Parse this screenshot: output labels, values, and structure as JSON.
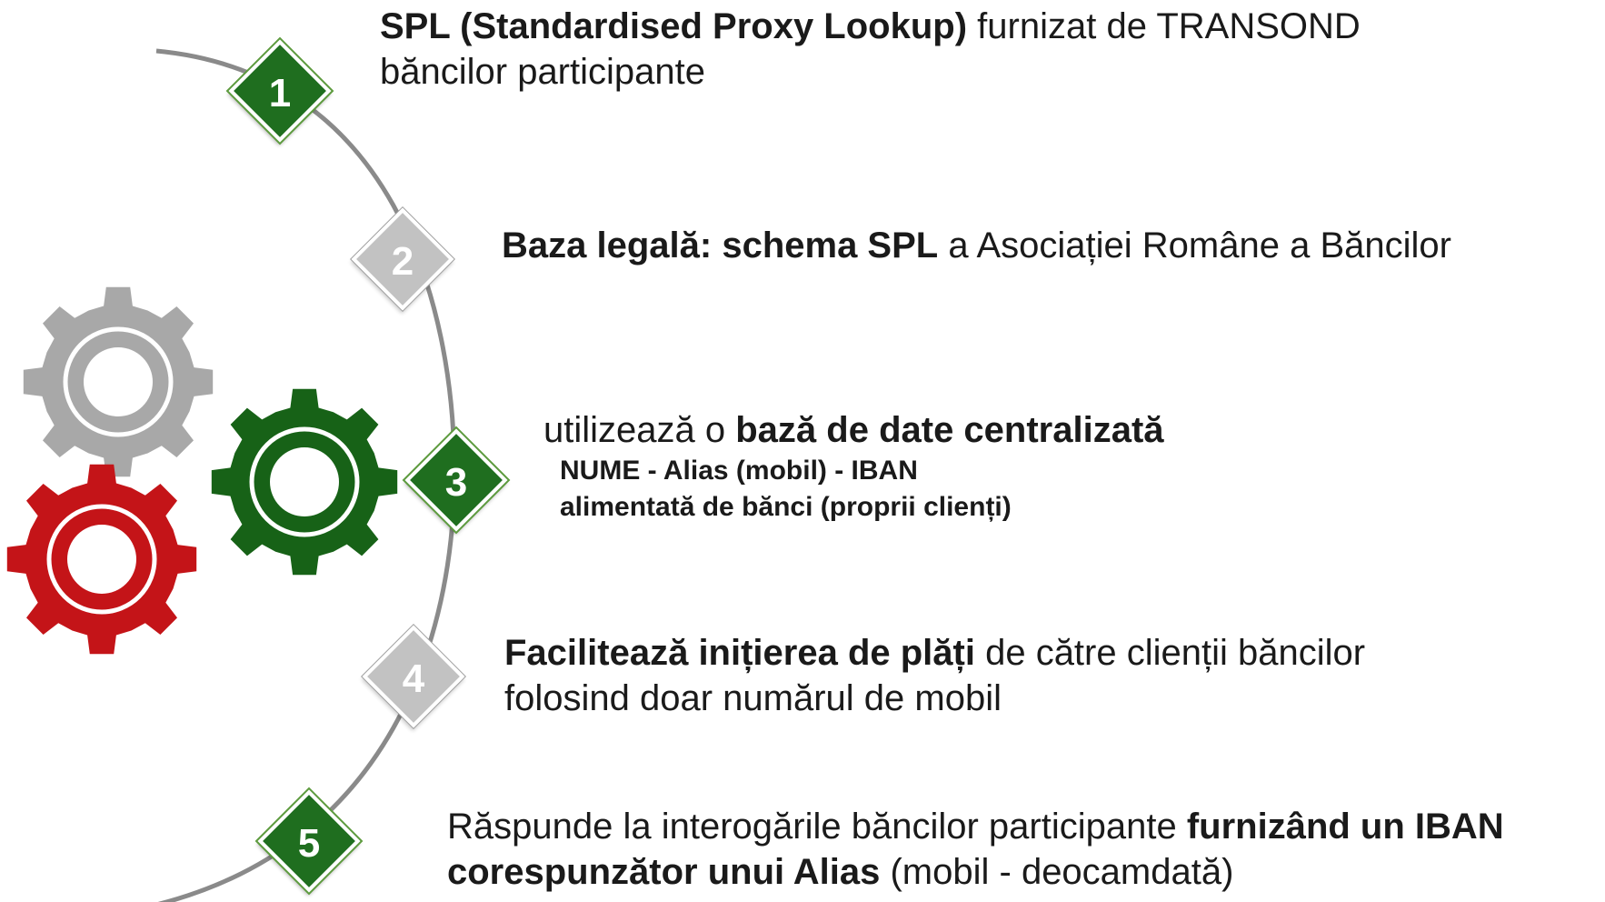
{
  "steps": [
    {
      "number": "1",
      "style": "green",
      "parts": [
        {
          "text": "SPL (Standardised Proxy Lookup)",
          "bold": true
        },
        {
          "text": " furnizat de TRANSOND",
          "bold": false
        },
        {
          "text": "băncilor participante",
          "bold": false,
          "newline": true
        }
      ]
    },
    {
      "number": "2",
      "style": "grey",
      "parts": [
        {
          "text": "Baza legală: schema SPL",
          "bold": true
        },
        {
          "text": " a Asociației Române a Băncilor",
          "bold": false
        }
      ]
    },
    {
      "number": "3",
      "style": "green",
      "parts": [
        {
          "text": "utilizează o ",
          "bold": false
        },
        {
          "text": "bază de date centralizată",
          "bold": true
        }
      ],
      "subtitles": [
        "NUME - Alias (mobil) - IBAN",
        "alimentată de bănci (proprii clienți)"
      ]
    },
    {
      "number": "4",
      "style": "grey",
      "parts": [
        {
          "text": "Facilitează inițierea de plăți",
          "bold": true
        },
        {
          "text": " de către clienții băncilor",
          "bold": false
        },
        {
          "text": "folosind doar numărul de mobil",
          "bold": false,
          "newline": true
        }
      ]
    },
    {
      "number": "5",
      "style": "green",
      "parts": [
        {
          "text": "Răspunde la interogările băncilor participante ",
          "bold": false
        },
        {
          "text": "furnizând un IBAN",
          "bold": true
        },
        {
          "text": "corespunzător unui Alias",
          "bold": true,
          "newline": true
        },
        {
          "text": " (mobil - deocamdată)",
          "bold": false
        }
      ]
    }
  ],
  "gears": [
    {
      "name": "grey-gear",
      "color": "#a8a8a8"
    },
    {
      "name": "green-gear",
      "color": "#176217"
    },
    {
      "name": "red-gear",
      "color": "#c41418"
    }
  ],
  "colors": {
    "arc": "#8a8a8a",
    "green": "#1f6e1f",
    "grey": "#c2c2c2"
  }
}
